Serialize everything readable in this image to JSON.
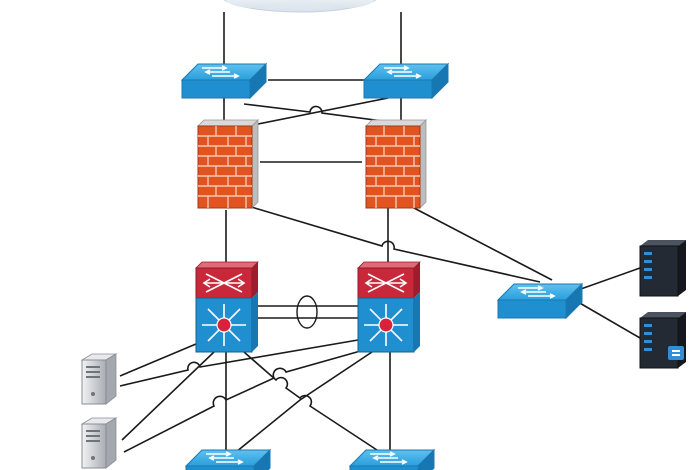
{
  "diagram": {
    "nodes": [
      {
        "id": "cloud",
        "type": "cloud",
        "name": "internet-cloud"
      },
      {
        "id": "sw-top-left",
        "type": "switch",
        "name": "switch-top-left"
      },
      {
        "id": "sw-top-right",
        "type": "switch",
        "name": "switch-top-right"
      },
      {
        "id": "fw-left",
        "type": "firewall",
        "name": "firewall-left"
      },
      {
        "id": "fw-right",
        "type": "firewall",
        "name": "firewall-right"
      },
      {
        "id": "core-left",
        "type": "core-switch",
        "name": "core-switch-left"
      },
      {
        "id": "core-right",
        "type": "core-switch",
        "name": "core-switch-right"
      },
      {
        "id": "sw-dmz",
        "type": "switch",
        "name": "switch-dmz"
      },
      {
        "id": "rack-1",
        "type": "rack-server",
        "name": "rack-server-top"
      },
      {
        "id": "rack-2",
        "type": "rack-server",
        "name": "rack-server-bottom"
      },
      {
        "id": "pc-1",
        "type": "tower-server",
        "name": "tower-server-top"
      },
      {
        "id": "pc-2",
        "type": "tower-server",
        "name": "tower-server-bottom"
      },
      {
        "id": "sw-bottom-left",
        "type": "switch",
        "name": "switch-bottom-left"
      },
      {
        "id": "sw-bottom-right",
        "type": "switch",
        "name": "switch-bottom-right"
      }
    ],
    "colors": {
      "switch": "#1f8fd0",
      "firewall": "#e2541f",
      "core_top": "#c8283a",
      "core_bottom": "#1f8fd0",
      "server": "#222831",
      "tower": "#c9ccd1",
      "link": "#1a1a1a"
    }
  }
}
